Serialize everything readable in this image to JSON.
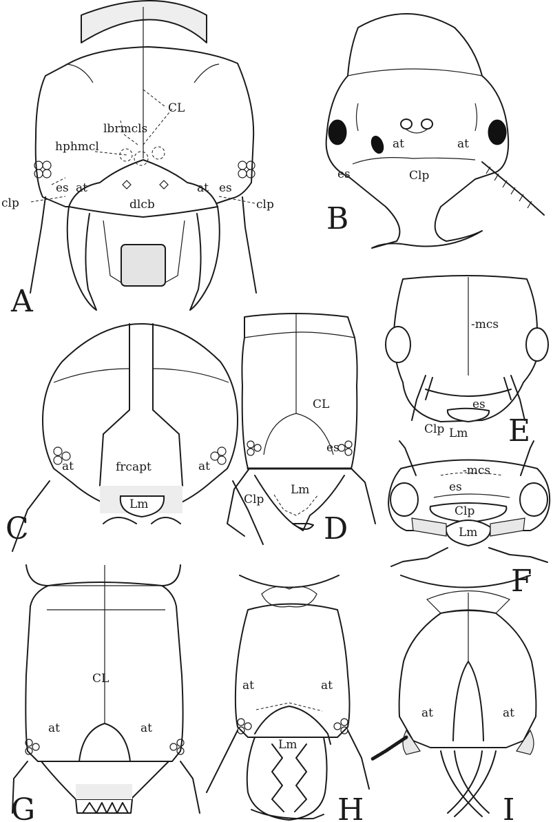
{
  "panels": {
    "A": {
      "letter": "A",
      "labels": {
        "CL": "CL",
        "lbrmcls": "lbrmcls",
        "hphmcl": "hphmcl",
        "es_left": "es",
        "at_left": "at",
        "at_right": "at",
        "es_right": "es",
        "dlcb": "dlcb",
        "clp_left": "clp",
        "clp_right": "clp"
      }
    },
    "B": {
      "letter": "B",
      "labels": {
        "at_left": "at",
        "at_right": "at",
        "es": "es",
        "Clp": "Clp"
      }
    },
    "C": {
      "letter": "C",
      "labels": {
        "at_left": "at",
        "frcapt": "frcapt",
        "at_right": "at",
        "Lm": "Lm"
      }
    },
    "D": {
      "letter": "D",
      "labels": {
        "CL": "CL",
        "es": "es",
        "Clp": "Clp",
        "Lm": "Lm"
      }
    },
    "E": {
      "letter": "E",
      "labels": {
        "mcs": "-mcs",
        "es": "es",
        "Clp": "Clp",
        "Lm": "Lm"
      }
    },
    "F": {
      "letter": "F",
      "labels": {
        "mcs": "-mcs",
        "es": "es",
        "Clp": "Clp",
        "Lm": "Lm"
      }
    },
    "G": {
      "letter": "G",
      "labels": {
        "CL": "CL",
        "at_left": "at",
        "at_right": "at"
      }
    },
    "H": {
      "letter": "H",
      "labels": {
        "at_left": "at",
        "at_right": "at",
        "Lm": "Lm"
      }
    },
    "I": {
      "letter": "I",
      "labels": {
        "at_left": "at",
        "at_right": "at"
      }
    }
  }
}
